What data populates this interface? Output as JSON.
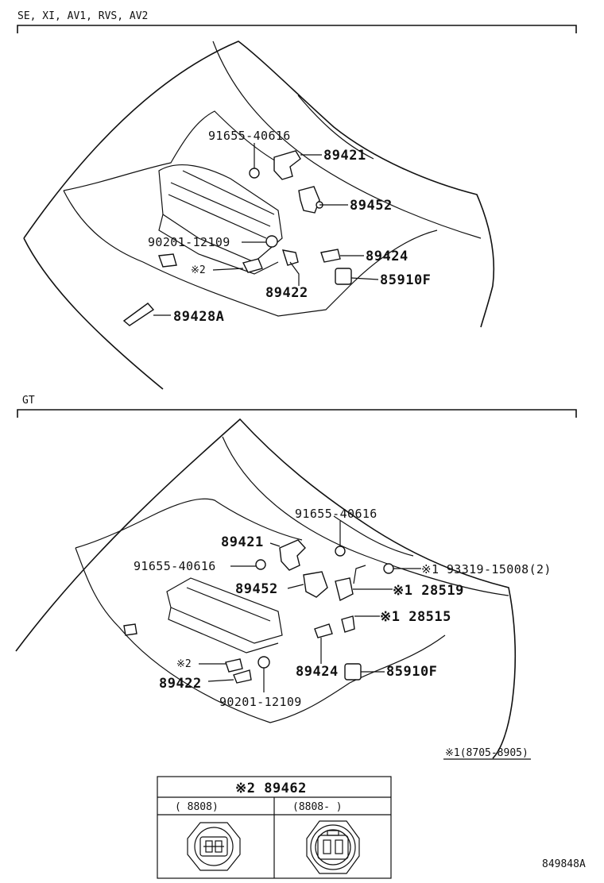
{
  "sections": {
    "top": {
      "label": "SE, XI, AV1, RVS, AV2"
    },
    "bottom": {
      "label": "GT"
    }
  },
  "top_parts": {
    "p91655": "91655-40616",
    "p89421": "89421",
    "p89452": "89452",
    "p90201": "90201-12109",
    "p89424": "89424",
    "p_note2": "※2",
    "p85910F": "85910F",
    "p89422": "89422",
    "p89428A": "89428A"
  },
  "bottom_parts": {
    "p91655a": "91655-40616",
    "p89421": "89421",
    "p91655b": "91655-40616",
    "p93319": "※1 93319-15008(2)",
    "p89452": "89452",
    "p28519": "※1 28519",
    "p28515": "※1 28515",
    "p_note2": "※2",
    "p89424": "89424",
    "p85910F": "85910F",
    "p89422": "89422",
    "p90201": "90201-12109"
  },
  "footnote": "※1(8705-8905)",
  "inset": {
    "title": "※2 89462",
    "col_left": "(      8808)",
    "col_right": "(8808-      )"
  },
  "figure_id": "849848A"
}
